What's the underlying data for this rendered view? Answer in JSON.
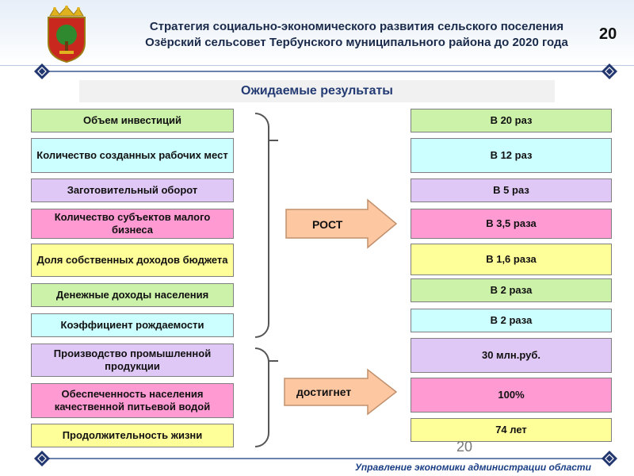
{
  "header": {
    "title_line1": "Стратегия социально-экономического развития сельского поселения",
    "title_line2": "Озёрский сельсовет Тербунского муниципального района до 2020 года",
    "page_number": "20"
  },
  "subtitle": "Ожидаемые результаты",
  "indicators": [
    "Объем инвестиций",
    "Количество созданных рабочих мест",
    "Заготовительный оборот",
    "Количество субъектов малого бизнеса",
    "Доля собственных доходов бюджета",
    "Денежные доходы населения",
    "Коэффициент рождаемости",
    "Производство промышленной продукции",
    "Обеспеченность населения качественной питьевой водой",
    "Продолжительность жизни"
  ],
  "results": [
    "В 20 раз",
    "В 12 раз",
    "В 5 раз",
    "В 3,5 раза",
    "В 1,6 раза",
    "В 2 раза",
    "В 2 раза",
    "30 млн.руб.",
    "100%",
    "74 лет"
  ],
  "arrows": {
    "growth": "РОСТ",
    "achieve": "достигнет"
  },
  "footer": {
    "slide_number": "20",
    "organization": "Управление экономики администрации области"
  },
  "colors": {
    "green": "#ccf2aa",
    "cyan": "#ccffff",
    "lavender": "#e0c8f6",
    "pink": "#ff9ad2",
    "yellow": "#ffff99",
    "arrow_fill": "#fdc7a2",
    "accent_navy": "#233a73"
  }
}
